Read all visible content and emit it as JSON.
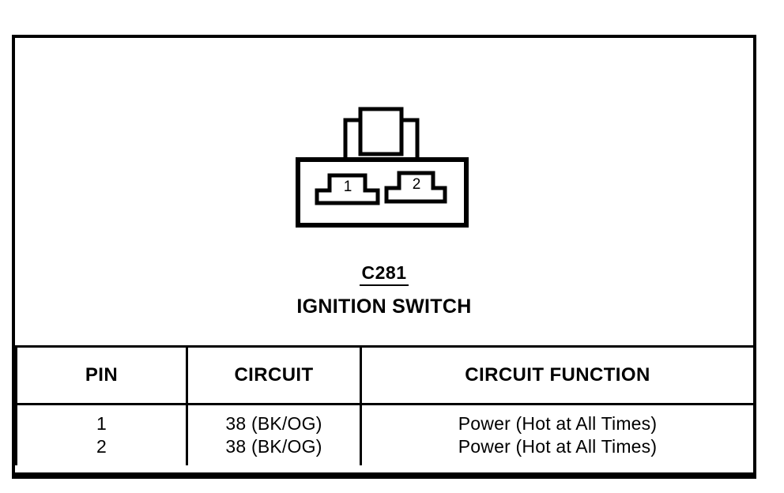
{
  "diagram": {
    "type": "automotive-connector-pinout",
    "connector_id": "C281",
    "connector_name": "IGNITION SWITCH",
    "terminals": [
      {
        "number": "1"
      },
      {
        "number": "2"
      }
    ]
  },
  "table": {
    "headers": {
      "pin": "PIN",
      "circuit": "CIRCUIT",
      "function": "CIRCUIT FUNCTION"
    },
    "rows": [
      {
        "pin": "1",
        "circuit": "38 (BK/OG)",
        "function": "Power (Hot at All Times)"
      },
      {
        "pin": "2",
        "circuit": "38 (BK/OG)",
        "function": "Power (Hot at All Times)"
      }
    ]
  },
  "colors": {
    "ink": "#000000",
    "paper": "#ffffff"
  }
}
